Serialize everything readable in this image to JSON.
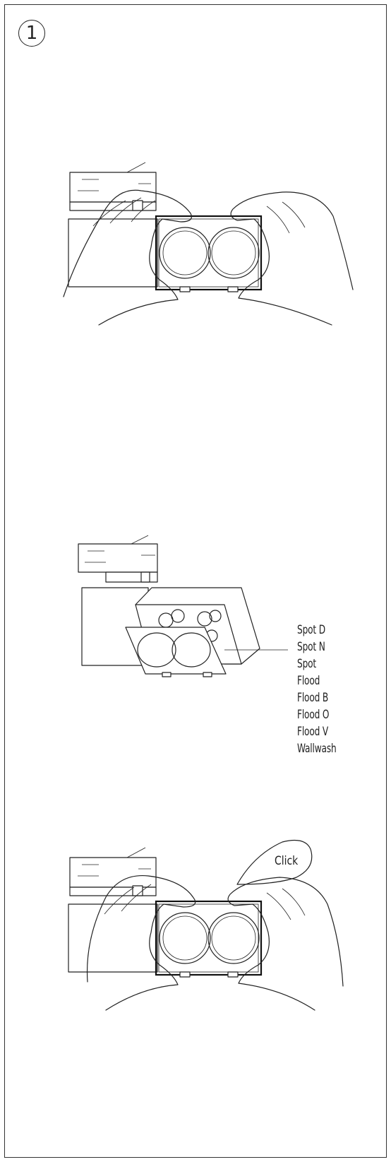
{
  "step": {
    "number": "1"
  },
  "diagram": {
    "lens_options": [
      "Spot D",
      "Spot N",
      "Spot",
      "Flood",
      "Flood B",
      "Flood O",
      "Flood V",
      "Wallwash"
    ],
    "click_label": "Click"
  }
}
